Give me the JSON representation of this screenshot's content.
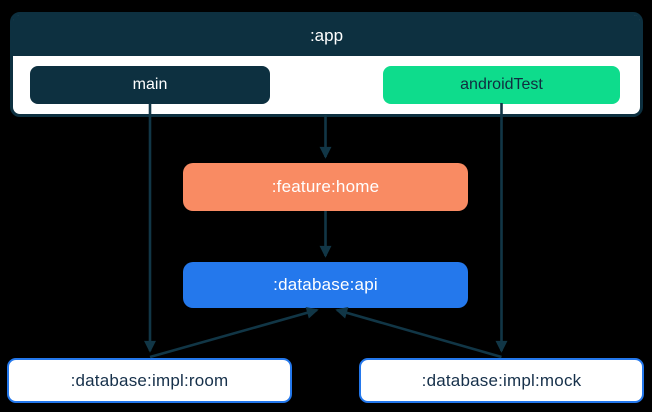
{
  "diagram": {
    "type": "module-dependency-graph",
    "background": "#000000",
    "colors": {
      "navy": "#0d3040",
      "green": "#0edc8c",
      "salmon": "#f98b63",
      "blue": "#2478ec",
      "white": "#ffffff",
      "arrow": "#113646",
      "dark_text": "#112d40"
    },
    "app_container": {
      "label": ":app",
      "children": [
        {
          "id": "main",
          "label": "main"
        },
        {
          "id": "androidTest",
          "label": "androidTest"
        }
      ]
    },
    "nodes": [
      {
        "id": "feature-home",
        "label": ":feature:home"
      },
      {
        "id": "database-api",
        "label": ":database:api"
      },
      {
        "id": "database-impl-room",
        "label": ":database:impl:room"
      },
      {
        "id": "database-impl-mock",
        "label": ":database:impl:mock"
      }
    ],
    "edges": [
      {
        "from": "main",
        "to": ":database:impl:room"
      },
      {
        "from": "androidTest",
        "to": ":database:impl:mock"
      },
      {
        "from": ":app",
        "to": ":feature:home"
      },
      {
        "from": ":feature:home",
        "to": ":database:api"
      },
      {
        "from": ":database:impl:room",
        "to": ":database:api"
      },
      {
        "from": ":database:impl:mock",
        "to": ":database:api"
      }
    ]
  }
}
